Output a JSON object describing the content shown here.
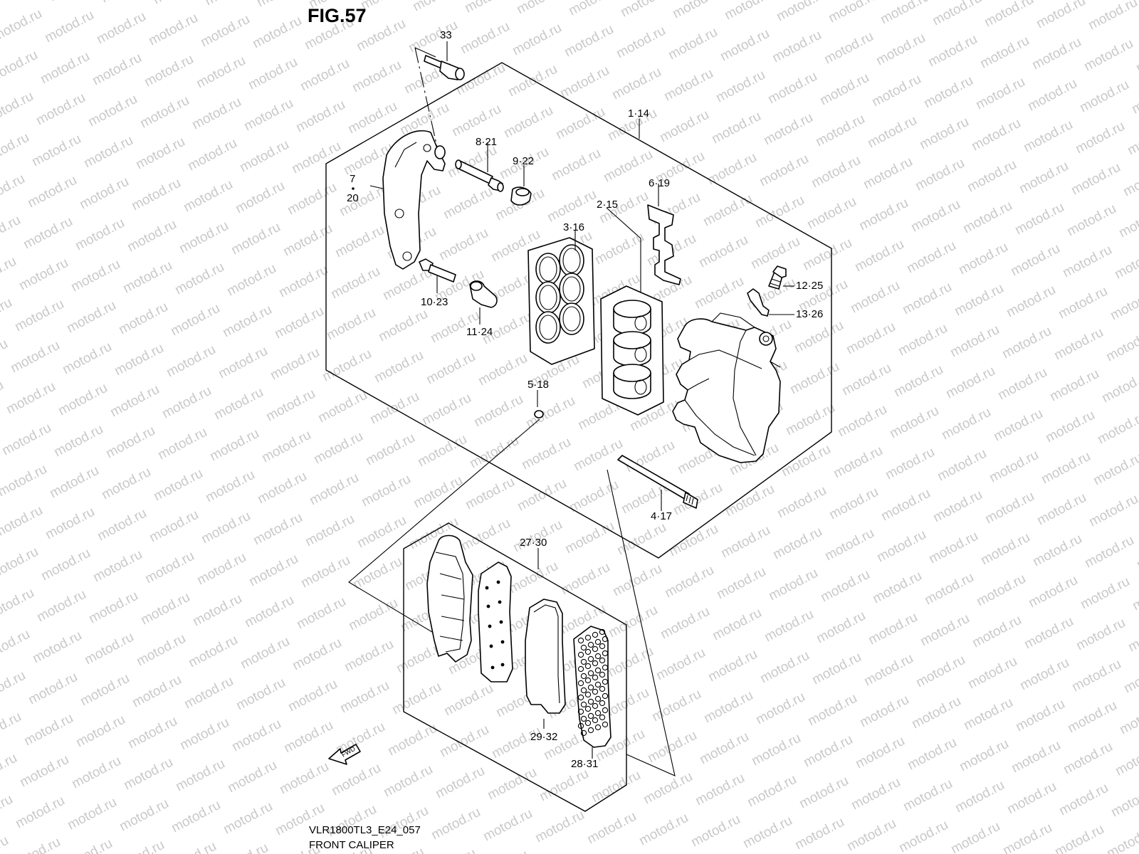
{
  "figure_label": "FIG.57",
  "watermark_text": "motod.ru",
  "model_code": "VLR1800TL3_E24_057",
  "diagram_title": "FRONT CALIPER",
  "fwd_label": "FWD",
  "callouts": {
    "c33": "33",
    "c1_14": "1·14",
    "c8_21": "8·21",
    "c9_22": "9·22",
    "c7": "7",
    "c20": "20",
    "c6_19": "6·19",
    "c2_15": "2·15",
    "c3_16": "3·16",
    "c12_25": "12·25",
    "c13_26": "13·26",
    "c10_23": "10·23",
    "c11_24": "11·24",
    "c5_18": "5·18",
    "c4_17": "4·17",
    "c27_30": "27·30",
    "c29_32": "29·32",
    "c28_31": "28·31"
  }
}
